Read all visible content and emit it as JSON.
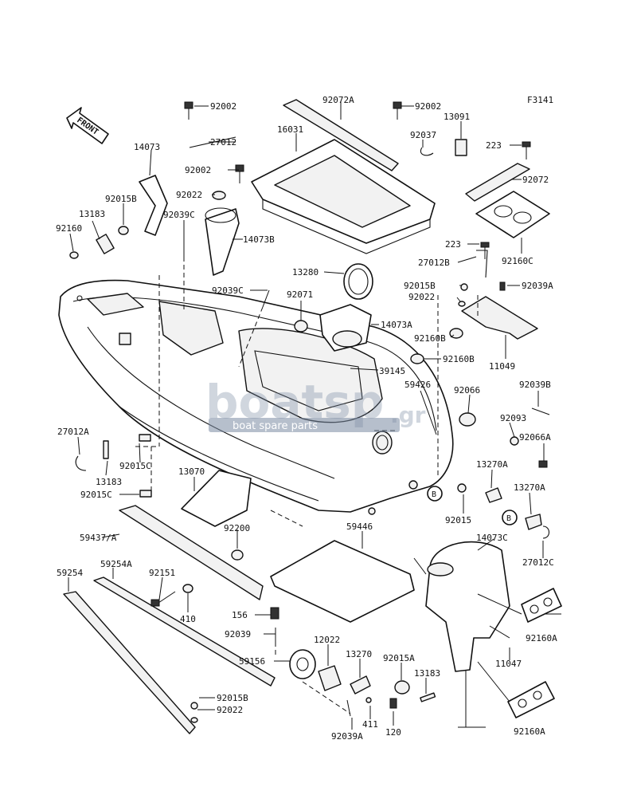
{
  "figure_code": "F3141",
  "front_label": "FRONT",
  "watermark": {
    "main": "boatsp",
    "suffix": ".gr",
    "tagline": "boat spare parts"
  },
  "callouts": [
    "92002",
    "27012",
    "14073",
    "92002",
    "92022",
    "92015B",
    "13183",
    "92160",
    "92039C",
    "14073B",
    "92039C",
    "92072A",
    "16031",
    "92002",
    "92037",
    "13091",
    "223",
    "92072",
    "92160C",
    "223",
    "27012B",
    "92015B",
    "92022",
    "92039A",
    "13280",
    "92071",
    "14073A",
    "92160B",
    "92160B",
    "11049",
    "39145",
    "59426",
    "92066",
    "92039B",
    "92093",
    "92066A",
    "27012A",
    "13183",
    "92015C",
    "92015C",
    "13070",
    "13270A",
    "13270A",
    "92015",
    "27012C",
    "59437/A",
    "92200",
    "59446",
    "14073C",
    "59254",
    "59254A",
    "92151",
    "410",
    "156",
    "92039",
    "12022",
    "59156",
    "13270",
    "92015A",
    "13183",
    "92160A",
    "11047",
    "92015B",
    "92022",
    "411",
    "120",
    "92039A",
    "92160A"
  ],
  "ref_markers": [
    "B",
    "B"
  ]
}
